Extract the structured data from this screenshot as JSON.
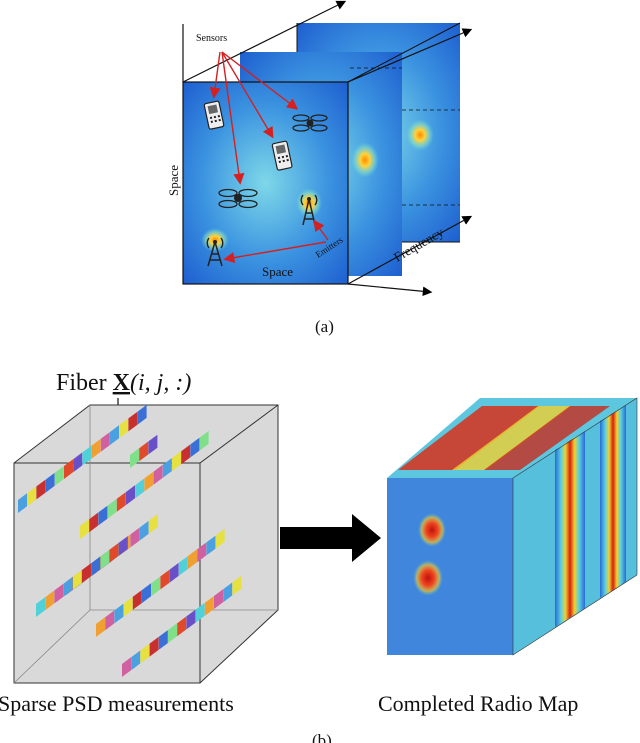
{
  "panel_a": {
    "sensors_label": "Sensors",
    "emitters_label": "Emitters",
    "axis_space_vertical": "Space",
    "axis_space_horizontal": "Space",
    "axis_frequency": "Frequency",
    "caption": "(a)"
  },
  "panel_b": {
    "fiber_prefix": "Fiber ",
    "fiber_symbol": "X",
    "fiber_index": "(i, j, :)",
    "left_label": "Sparse PSD measurements",
    "right_label": "Completed Radio Map",
    "caption": "(b)"
  },
  "colors": {
    "map_blue": "#2f74d8",
    "map_cyan": "#5fd0e0",
    "arrow_red": "#d42020",
    "arrow_black": "#000000",
    "hot_red": "#d01818"
  },
  "icons": [
    "phone-icon",
    "drone-icon",
    "tower-icon"
  ]
}
